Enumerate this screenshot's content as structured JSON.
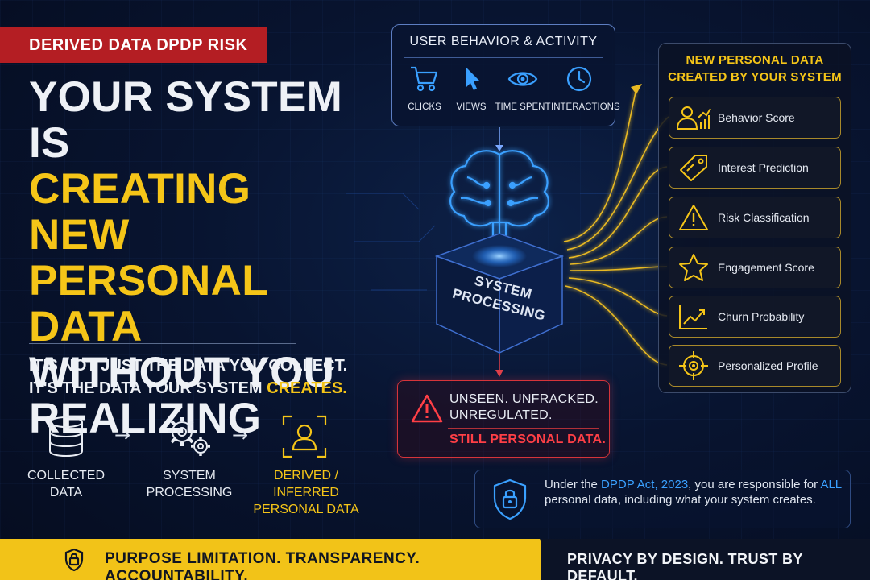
{
  "tag": "DERIVED DATA DPDP RISK",
  "headline": {
    "line1": "YOUR SYSTEM IS",
    "line2": "CREATING NEW",
    "line3": "PERSONAL DATA",
    "line4": "WITHOUT YOU",
    "line5": "REALIZING"
  },
  "subhead": {
    "line1": "IT'S NOT JUST THE DATA YOU COLLECT.",
    "line2_prefix": "IT'S THE DATA YOUR SYSTEM ",
    "line2_highlight": "CREATES."
  },
  "flow": {
    "collected": [
      "COLLECTED",
      "DATA"
    ],
    "processing": [
      "SYSTEM",
      "PROCESSING"
    ],
    "derived": [
      "DERIVED / INFERRED",
      "PERSONAL DATA"
    ],
    "arrow": "→"
  },
  "input_box": {
    "title": "USER BEHAVIOR & ACTIVITY",
    "items": [
      {
        "label": "CLICKS",
        "icon": "cart-icon"
      },
      {
        "label": "VIEWS",
        "icon": "cursor-icon"
      },
      {
        "label": "TIME SPENT",
        "icon": "eye-icon"
      },
      {
        "label": "INTERACTIONS",
        "icon": "clock-icon"
      }
    ]
  },
  "processing": {
    "line1": "SYSTEM",
    "line2": "PROCESSING"
  },
  "warning": {
    "line1": "UNSEEN. UNFRACKED.",
    "line2": "UNREGULATED.",
    "line3": "STILL PERSONAL DATA."
  },
  "right_panel": {
    "title_line1": "NEW PERSONAL DATA",
    "title_line2": "CREATED BY YOUR SYSTEM",
    "items": [
      {
        "label": "Behavior Score",
        "icon": "user-chart-icon"
      },
      {
        "label": "Interest Prediction",
        "icon": "tag-icon"
      },
      {
        "label": "Risk Classification",
        "icon": "warning-icon"
      },
      {
        "label": "Engagement Score",
        "icon": "star-icon"
      },
      {
        "label": "Churn Probability",
        "icon": "trend-icon"
      },
      {
        "label": "Personalized Profile",
        "icon": "target-icon"
      }
    ]
  },
  "dpdp_note": {
    "p1": "Under the ",
    "act": "DPDP Act, 2023",
    "p2": ", you are responsible for ",
    "all": "ALL",
    "p3": " personal data, including what your system creates."
  },
  "bottom_bar": {
    "left": "PURPOSE LIMITATION. TRANSPARENCY. ACCOUNTABILITY.",
    "right": "PRIVACY BY DESIGN. TRUST BY DEFAULT."
  },
  "colors": {
    "accent_yellow": "#f5c518",
    "alert_red": "#d6343a",
    "tag_red": "#b41e23",
    "glow_blue": "#2f8cff",
    "background": "#081430"
  }
}
